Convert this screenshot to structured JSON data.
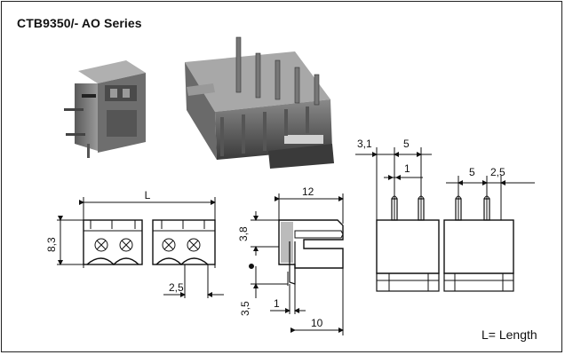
{
  "title": "CTB9350/- AO Series",
  "legend": "L= Length",
  "dimensions": {
    "length": "L",
    "width_12": "12",
    "height_8_3": "8,3",
    "h_3_8": "3,8",
    "h_3_5": "3,5",
    "pitch_2_5_bottom": "2,5",
    "w_1_side": "1",
    "w_10": "10",
    "offset_3_1": "3,1",
    "pitch_5_left": "5",
    "w_1_top": "1",
    "pitch_5_right": "5",
    "pitch_2_5_right": "2,5"
  }
}
